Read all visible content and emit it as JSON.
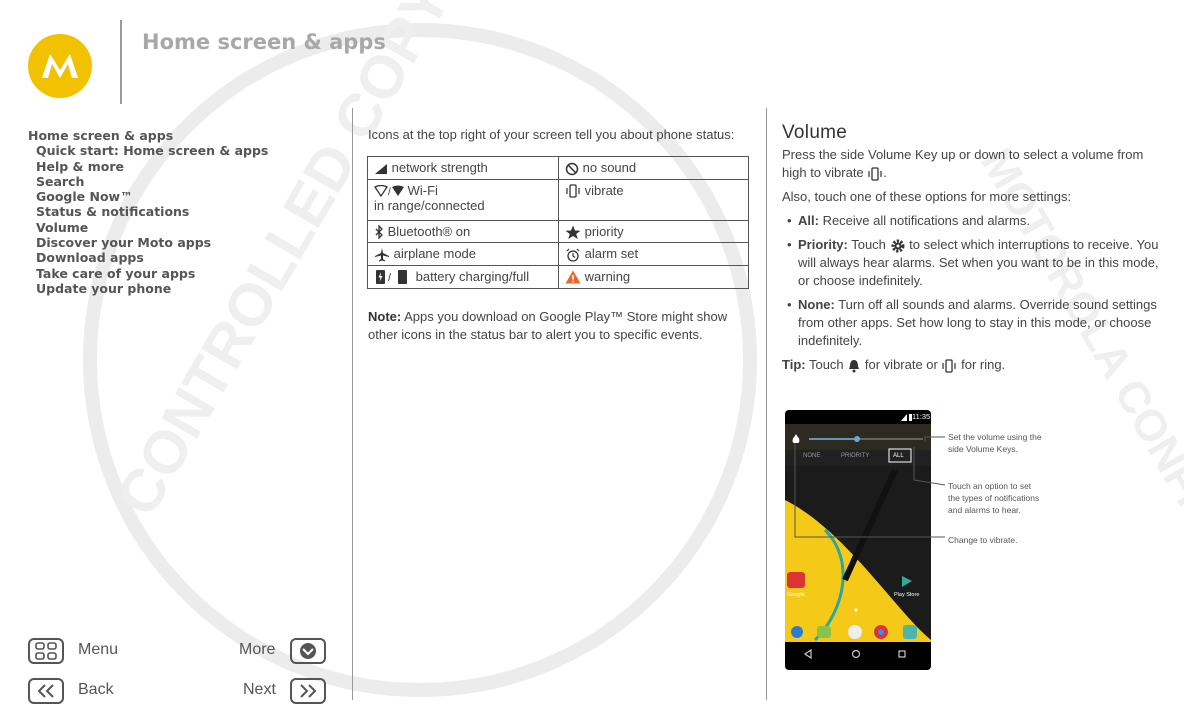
{
  "header": {
    "title": "Home screen & apps",
    "brand": "motorola"
  },
  "toc": {
    "items": [
      {
        "label": "Home screen & apps",
        "level": 0
      },
      {
        "label": "Quick start: Home screen & apps",
        "level": 1
      },
      {
        "label": "Help & more",
        "level": 1
      },
      {
        "label": "Search",
        "level": 1
      },
      {
        "label": "Google Now™",
        "level": 1
      },
      {
        "label": "Status & notifications",
        "level": 1
      },
      {
        "label": "Volume",
        "level": 1
      },
      {
        "label": "Discover your Moto apps",
        "level": 1
      },
      {
        "label": "Download apps",
        "level": 1
      },
      {
        "label": "Take care of your apps",
        "level": 1
      },
      {
        "label": "Update your phone",
        "level": 1
      }
    ]
  },
  "nav": {
    "menu": "Menu",
    "more": "More",
    "back": "Back",
    "next": "Next"
  },
  "status": {
    "intro": "Icons at the top right of your screen tell you about phone status:",
    "rows": [
      {
        "left": "network strength",
        "left_icon": "signal-icon",
        "right": "no sound",
        "right_icon": "no-sound-icon"
      },
      {
        "left_a": "Wi-Fi",
        "left_b": "in range/connected",
        "left_icon": "wifi-icon",
        "right": "vibrate",
        "right_icon": "vibrate-icon"
      },
      {
        "left": "Bluetooth® on",
        "left_icon": "bluetooth-icon",
        "right": "priority",
        "right_icon": "star-icon"
      },
      {
        "left": "airplane mode",
        "left_icon": "airplane-icon",
        "right": "alarm set",
        "right_icon": "alarm-icon"
      },
      {
        "left": "battery charging/full",
        "left_icon": "battery-icon",
        "right": "warning",
        "right_icon": "warning-icon"
      }
    ],
    "note_label": "Note:",
    "note_text": " Apps you download on Google Play™ Store might show other icons in the status bar to alert you to specific events."
  },
  "volume": {
    "heading": "Volume",
    "p1_a": "Press the side Volume Key up or down to select a volume from high to vibrate ",
    "p1_b": ".",
    "p2": "Also, touch one of these options for more settings:",
    "bullets": [
      {
        "label": "All:",
        "text": " Receive all notifications and alarms."
      },
      {
        "label": "Priority:",
        "text_a": " Touch ",
        "text_b": " to select which interruptions to receive. You will always hear alarms. Set when you want to be in this mode, or choose indefinitely."
      },
      {
        "label": "None:",
        "text": " Turn off all sounds and alarms. Override sound settings from other apps. Set how long to stay in this mode, or choose indefinitely."
      }
    ],
    "tip_label": "Tip:",
    "tip_a": " Touch ",
    "tip_b": " for vibrate or ",
    "tip_c": " for ring."
  },
  "phone": {
    "time": "11:35",
    "opt_none": "NONE",
    "opt_priority": "PRIORITY",
    "opt_all": "ALL",
    "app_gmail": "Google",
    "app_play": "Play Store"
  },
  "callouts": {
    "c1a": "Set the volume using the",
    "c1b": "side Volume Keys.",
    "c2a": "Touch an option to set",
    "c2b": "the types of notifications",
    "c2c": "and alarms to hear.",
    "c3": "Change to vibrate."
  },
  "colors": {
    "brand": "#f2c200",
    "warning": "#e8682a"
  }
}
